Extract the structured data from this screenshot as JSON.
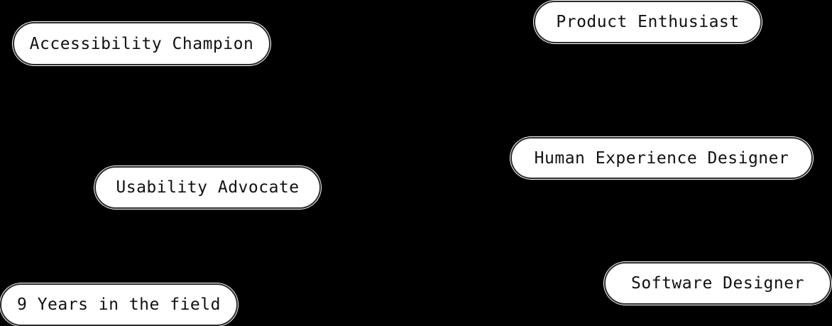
{
  "tags": [
    {
      "label": "Accessibility Champion"
    },
    {
      "label": "Product Enthusiast"
    },
    {
      "label": "Human Experience Designer"
    },
    {
      "label": "Usability Advocate"
    },
    {
      "label": "Software Designer"
    },
    {
      "label": "9 Years in the field"
    }
  ],
  "colors": {
    "background": "#000000",
    "pill_fill": "#ffffff",
    "pill_border": "#2a2a2a",
    "text": "#111111"
  }
}
